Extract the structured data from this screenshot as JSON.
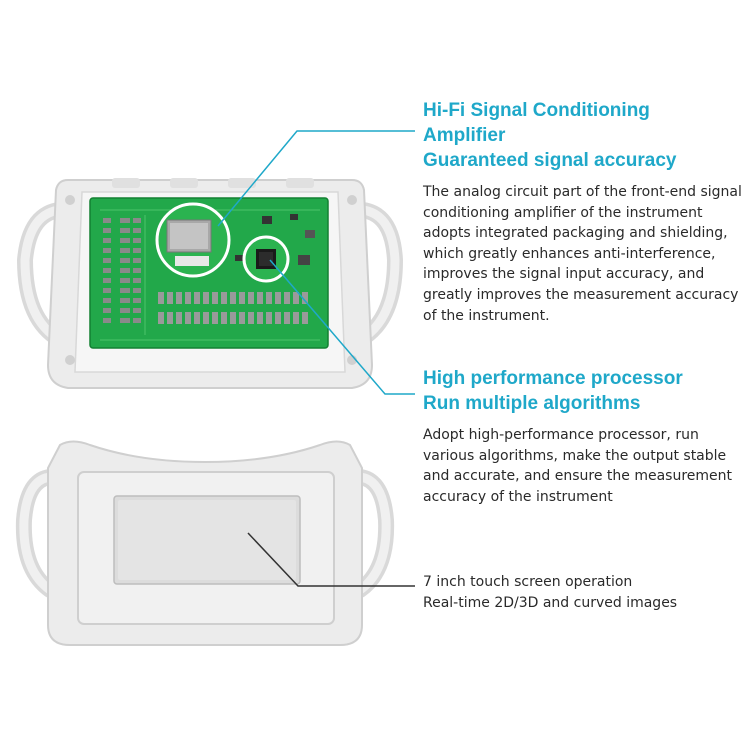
{
  "section_1": {
    "title_lines": [
      "Hi-Fi Signal Conditioning",
      "Amplifier",
      "Guaranteed signal accuracy"
    ],
    "body": "The analog circuit part of the front-end signal conditioning amplifier of the instrument adopts integrated packaging and shielding, which greatly enhances anti-interference, improves the signal input accuracy, and greatly improves the measurement accuracy of the instrument."
  },
  "section_2": {
    "title_lines": [
      "High performance processor",
      "Run multiple algorithms"
    ],
    "body": "Adopt high-performance processor, run various algorithms, make the output stable and accurate, and ensure the measurement accuracy of the instrument"
  },
  "section_3": {
    "lines": [
      "7 inch touch screen operation",
      "Real-time 2D/3D and curved images"
    ]
  },
  "colors": {
    "accent": "#1fa8c9",
    "pcb_green": "#22a84a",
    "case_gray": "#e6e6e6",
    "text": "#2a2a2a"
  }
}
